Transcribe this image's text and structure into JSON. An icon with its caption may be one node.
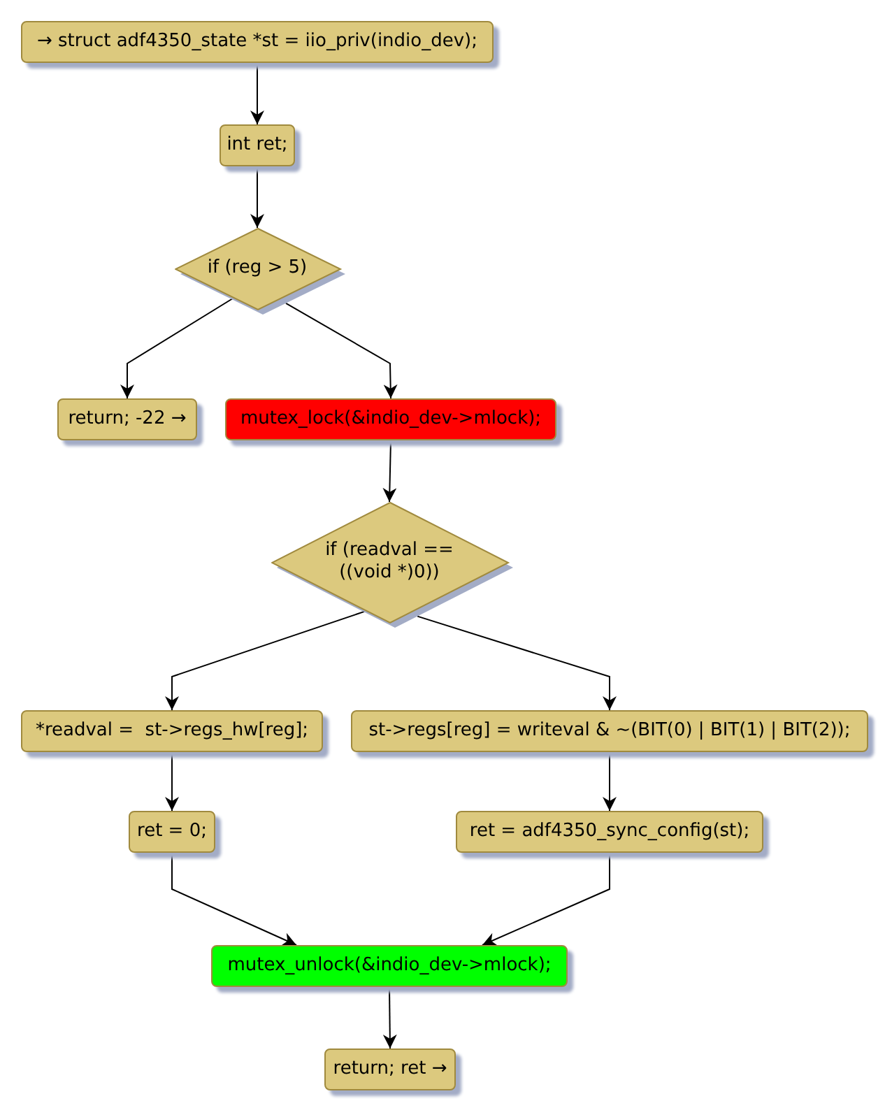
{
  "diagram": {
    "nodes": [
      {
        "text": [
          "→ struct adf4350_state *st = iio_priv(indio_dev);"
        ]
      },
      {
        "text": [
          "int ret;"
        ]
      },
      {
        "text": [
          "if (reg > 5)"
        ]
      },
      {
        "text": [
          "return; -22 →"
        ]
      },
      {
        "text": [
          "mutex_lock(&indio_dev->mlock);"
        ]
      },
      {
        "text": [
          "if (readval == ((void *)0))"
        ]
      },
      {
        "text": [
          "*readval =  st->regs_hw[reg];"
        ]
      },
      {
        "text": [
          "st->regs[reg] = writeval & ~(BIT(0) | BIT(1) | BIT(2));"
        ]
      },
      {
        "text": [
          "ret = 0;"
        ]
      },
      {
        "text": [
          "ret = adf4350_sync_config(st);"
        ]
      },
      {
        "text": [
          "mutex_unlock(&indio_dev->mlock);"
        ]
      },
      {
        "text": [
          "return; ret →"
        ]
      }
    ],
    "edges": [
      {
        "from": 0,
        "to": 1,
        "arrow": "to"
      },
      {
        "from": 1,
        "to": 2,
        "arrow": "to"
      },
      {
        "from": 2,
        "to": 3,
        "arrow": "to"
      },
      {
        "from": 2,
        "to": 4,
        "arrow": "to"
      },
      {
        "from": 4,
        "to": 5,
        "arrow": "to"
      },
      {
        "from": 5,
        "to": 6,
        "arrow": "to"
      },
      {
        "from": 5,
        "to": 7,
        "arrow": "to"
      },
      {
        "from": 6,
        "to": 8,
        "arrow": "to"
      },
      {
        "from": 7,
        "to": 9,
        "arrow": "to"
      },
      {
        "from": 8,
        "to": 10,
        "arrow": "to"
      },
      {
        "from": 9,
        "to": 10,
        "arrow": "to"
      },
      {
        "from": 10,
        "to": 11,
        "arrow": "to"
      }
    ]
  }
}
